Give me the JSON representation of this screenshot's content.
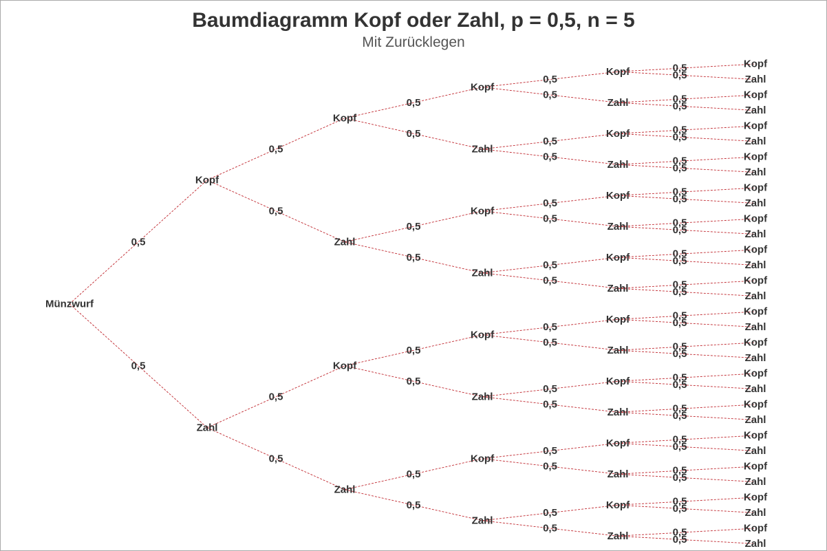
{
  "title": "Baumdiagramm Kopf oder Zahl, p = 0,5, n = 5",
  "subtitle": "Mit Zurücklegen",
  "tree": {
    "root_label": "Münzwurf",
    "depth": 5,
    "outcomes": [
      "Kopf",
      "Zahl"
    ],
    "probabilities": [
      "0,5",
      "0,5"
    ]
  },
  "colors": {
    "edge": "#c0282f",
    "text": "#333333",
    "subtitle": "#555555",
    "border": "#a9a9a9"
  }
}
